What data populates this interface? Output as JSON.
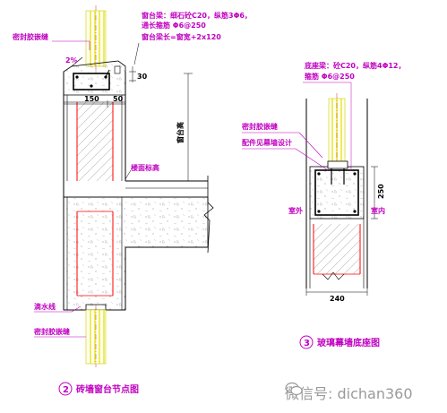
{
  "left_detail": {
    "label_sealant_top": "密封胶嵌缝",
    "label_slope": "2%",
    "label_sill_spec_1": "窗台梁：细石砼C20，纵筋3Φ6，",
    "label_sill_spec_2": "通长箍筋 Φ6@250",
    "label_sill_length": "窗台梁长=窗宽+2x120",
    "dim_30": "30",
    "dim_150": "150",
    "dim_50": "50",
    "dim_height": "窗台高",
    "label_floor": "楼面标高",
    "label_drip": "滴水线",
    "label_sealant_bottom": "密封胶嵌缝",
    "title_number": "2",
    "title": "砖墙窗台节点图"
  },
  "right_detail": {
    "label_sill_1": "底座梁：砼C20，纵筋4Φ12，",
    "label_sill_2": "箍筋 Φ6@250",
    "label_sealant": "密封胶嵌缝",
    "label_parts": "配件见幕墙设计",
    "dim_250": "250",
    "label_outside": "室外",
    "label_inside": "室内",
    "dim_240": "240",
    "title_number": "3",
    "title": "玻璃幕墙底座图"
  },
  "watermark": {
    "text": "微信号: dichan360",
    "icon": "wechat-icon"
  },
  "colors": {
    "magenta": "#c000c0",
    "red": "#ff0000",
    "yellow": "#ffff00",
    "black": "#000000",
    "gray": "#9a9a9a"
  }
}
